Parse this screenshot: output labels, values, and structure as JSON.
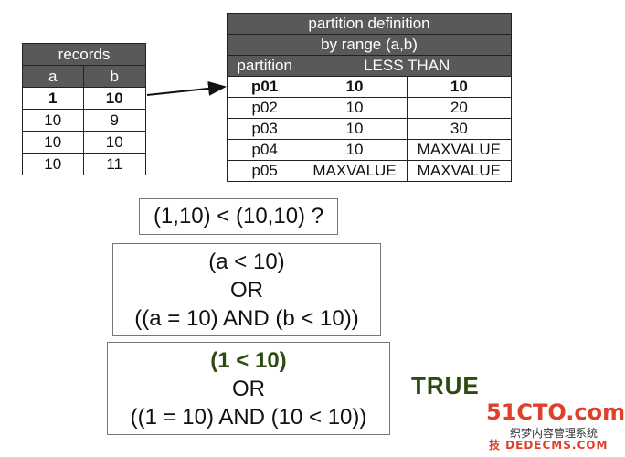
{
  "records": {
    "title": "records",
    "columns": [
      "a",
      "b"
    ],
    "rows": [
      [
        "1",
        "10"
      ],
      [
        "10",
        "9"
      ],
      [
        "10",
        "10"
      ],
      [
        "10",
        "11"
      ]
    ]
  },
  "partition": {
    "title": "partition definition",
    "subtitle": "by range (a,b)",
    "col_partition": "partition",
    "col_less_than": "LESS THAN",
    "rows": [
      [
        "p01",
        "10",
        "10"
      ],
      [
        "p02",
        "10",
        "20"
      ],
      [
        "p03",
        "10",
        "30"
      ],
      [
        "p04",
        "10",
        "MAXVALUE"
      ],
      [
        "p05",
        "MAXVALUE",
        "MAXVALUE"
      ]
    ]
  },
  "comparison": "(1,10) < (10,10) ?",
  "expression": {
    "line1": "(a < 10)",
    "line2": "OR",
    "line3": "((a = 10) AND (b < 10))"
  },
  "evaluation": {
    "line1": "(1 < 10)",
    "line2": "OR",
    "line3": "((1 = 10) AND (10 < 10))"
  },
  "result": "TRUE",
  "watermark": {
    "line1": "51CTO.com",
    "line2": "织梦内容管理系统",
    "line3": "技 DEDECMS.COM"
  },
  "colors": {
    "header_bg": "#595959",
    "highlight_green": "#2e4a10",
    "watermark_red": "#e0402a"
  }
}
